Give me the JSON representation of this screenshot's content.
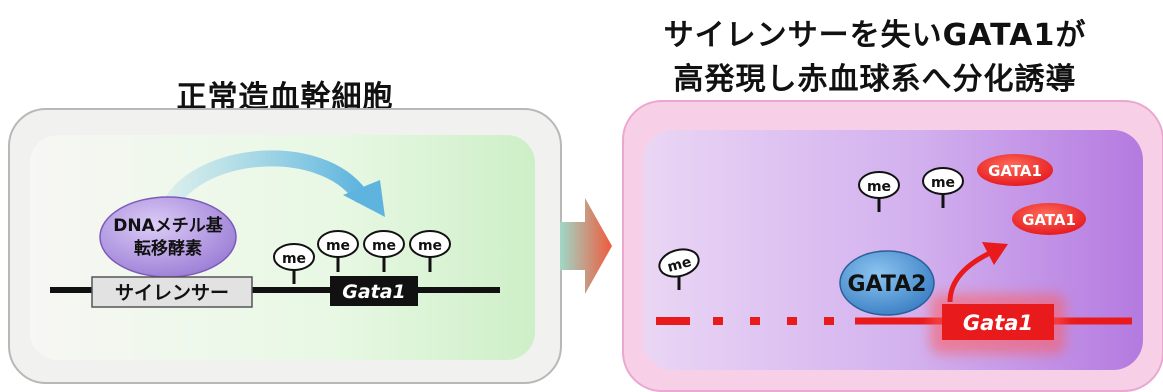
{
  "left": {
    "title": "正常造血幹細胞",
    "enzyme_line1": "DNAメチル基",
    "enzyme_line2": "転移酵素",
    "silencer": "サイレンサー",
    "gene": "Gata1",
    "methyl": "me"
  },
  "right": {
    "title_line1": "サイレンサーを失いGATA1が",
    "title_line2": "高発現し赤血球系へ分化誘導",
    "gata2": "GATA2",
    "gata1": "GATA1",
    "gene": "Gata1",
    "methyl": "me"
  },
  "colors": {
    "left_inner_green": "#cdefc7",
    "enzyme_purple": "#b89be3",
    "right_inner_purple": "#b47ae0",
    "gata1_red": "#e8181b",
    "gata2_blue": "#4f94d4"
  }
}
